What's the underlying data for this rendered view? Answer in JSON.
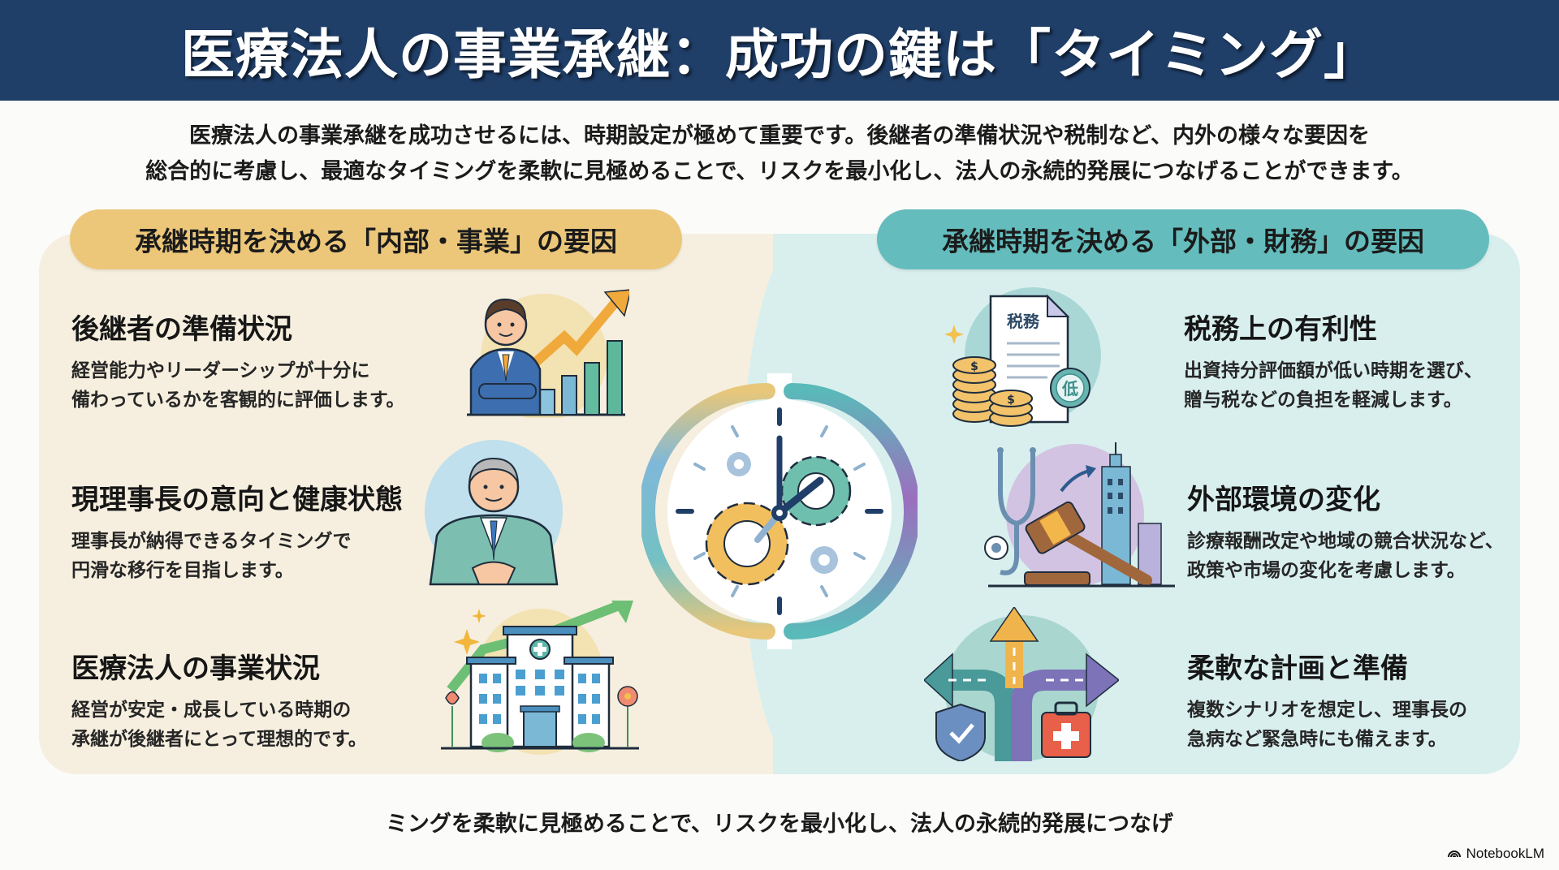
{
  "header": {
    "title": "医療法人の事業承継：成功の鍵は「タイミング」"
  },
  "intro": {
    "line1": "医療法人の事業承継を成功させるには、時期設定が極めて重要です。後継者の準備状況や税制など、内外の様々な要因を",
    "line2": "総合的に考慮し、最適なタイミングを柔軟に見極めることで、リスクを最小化し、法人の永続的発展につなげることができます。"
  },
  "left_panel": {
    "heading": "承継時期を決める「内部・事業」の要因",
    "color": "#ecc77a",
    "items": [
      {
        "title": "後継者の準備状況",
        "desc1": "経営能力やリーダーシップが十分に",
        "desc2": "備わっているかを客観的に評価します。",
        "icon": "successor-growth-chart-icon"
      },
      {
        "title": "現理事長の意向と健康状態",
        "desc1": "理事長が納得できるタイミングで",
        "desc2": "円滑な移行を目指します。",
        "icon": "chairman-handshake-icon"
      },
      {
        "title": "医療法人の事業状況",
        "desc1": "経営が安定・成長している時期の",
        "desc2": "承継が後継者にとって理想的です。",
        "icon": "hospital-growth-icon"
      }
    ]
  },
  "right_panel": {
    "heading": "承継時期を決める「外部・財務」の要因",
    "color": "#64bcbd",
    "items": [
      {
        "title": "税務上の有利性",
        "desc1": "出資持分評価額が低い時期を選び、",
        "desc2": "贈与税などの負担を軽減します。",
        "icon": "tax-document-coins-icon",
        "icon_doc_label": "税務",
        "icon_badge_label": "低",
        "icon_coin_symbol": "$"
      },
      {
        "title": "外部環境の変化",
        "desc1": "診療報酬改定や地域の競合状況など、",
        "desc2": "政策や市場の変化を考慮します。",
        "icon": "stethoscope-gavel-city-icon"
      },
      {
        "title": "柔軟な計画と準備",
        "desc1": "複数シナリオを想定し、理事長の",
        "desc2": "急病など緊急時にも備えます。",
        "icon": "crossroads-shield-firstaid-icon"
      }
    ]
  },
  "center": {
    "icon": "clock-gears-icon"
  },
  "footer": {
    "text": "ミングを柔軟に見極めることで、リスクを最小化し、法人の永続的発展につなげ"
  },
  "brand": {
    "label": "NotebookLM"
  }
}
